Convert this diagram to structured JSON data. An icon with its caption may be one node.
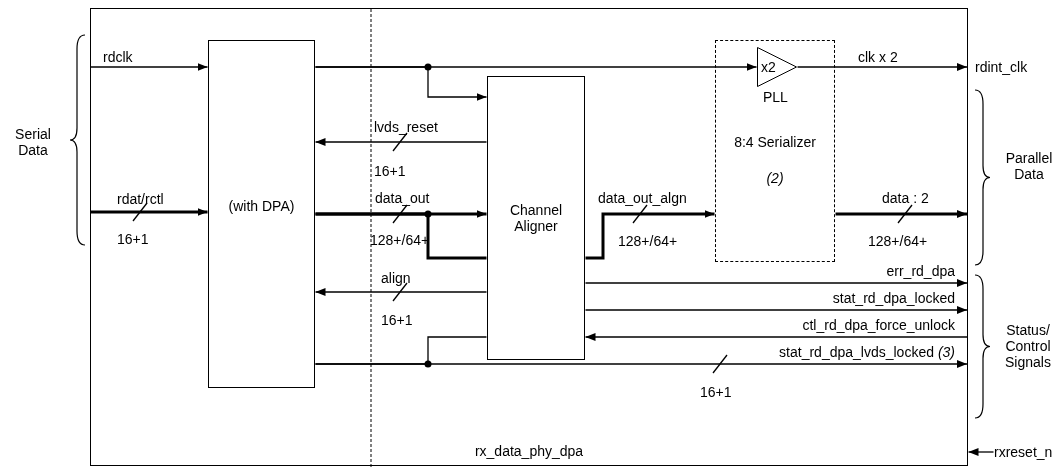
{
  "diagram": {
    "nodes": [
      {
        "text": [
          "rx_data_phy_dpa"
        ]
      },
      {
        "text": [
          "(with DPA)"
        ],
        "in": 0
      },
      {
        "text": [
          "Channel Aligner"
        ],
        "in": 0
      },
      {
        "text": [
          "8:4 Serializer",
          "(2)"
        ],
        "in": 0
      },
      {
        "text": [
          "x2"
        ],
        "in": 3,
        "beside": [
          "PLL"
        ]
      },
      {
        "text": [
          "rxreset_n"
        ]
      }
    ],
    "edges": [
      {
        "from": 0,
        "to": 1,
        "arrow": "to",
        "label": "rdclk"
      },
      {
        "from": 0,
        "to": 1,
        "arrow": "to",
        "label": "rdat/rctl",
        "style": "thick"
      },
      {
        "from": 1,
        "to": 4,
        "arrow": "to"
      },
      {
        "from": 1,
        "to": 2,
        "arrow": "to"
      },
      {
        "from": 2,
        "to": 1,
        "arrow": "to",
        "label": "lvds_reset"
      },
      {
        "from": 1,
        "to": 2,
        "arrow": "to",
        "label": "data_out",
        "style": "thick"
      },
      {
        "from": 1,
        "to": 2,
        "arrow": "none",
        "style": "thick"
      },
      {
        "from": 2,
        "to": 3,
        "arrow": "to",
        "label": "data_out_algn",
        "style": "thick"
      },
      {
        "from": 2,
        "to": 1,
        "arrow": "to",
        "label": "align"
      },
      {
        "from": 4,
        "to": 0,
        "arrow": "to",
        "label": "clk x 2"
      },
      {
        "from": 3,
        "to": 0,
        "arrow": "to",
        "label": "data : 2",
        "style": "thick"
      },
      {
        "from": 2,
        "to": 0,
        "arrow": "to",
        "label": "err_rd_dpa"
      },
      {
        "from": 2,
        "to": 0,
        "arrow": "to",
        "label": "stat_rd_dpa_locked"
      },
      {
        "from": 0,
        "to": 2,
        "arrow": "to",
        "label": "ctl_rd_dpa_force_unlock"
      },
      {
        "from": 1,
        "to": 0,
        "arrow": "to",
        "label": "stat_rd_dpa_lvds_locked *(3)*"
      },
      {
        "from": 1,
        "to": 2,
        "arrow": "none"
      },
      {
        "from": 5,
        "to": 0,
        "arrow": "to"
      }
    ],
    "labels": [
      "Serial Data",
      "16+1",
      "rdint_clk",
      "16+1",
      "128+/64+",
      "128+/64+",
      "128+/64+",
      "Parallel Data",
      "16+1",
      "Status/ Control Signals",
      "16+1"
    ]
  }
}
